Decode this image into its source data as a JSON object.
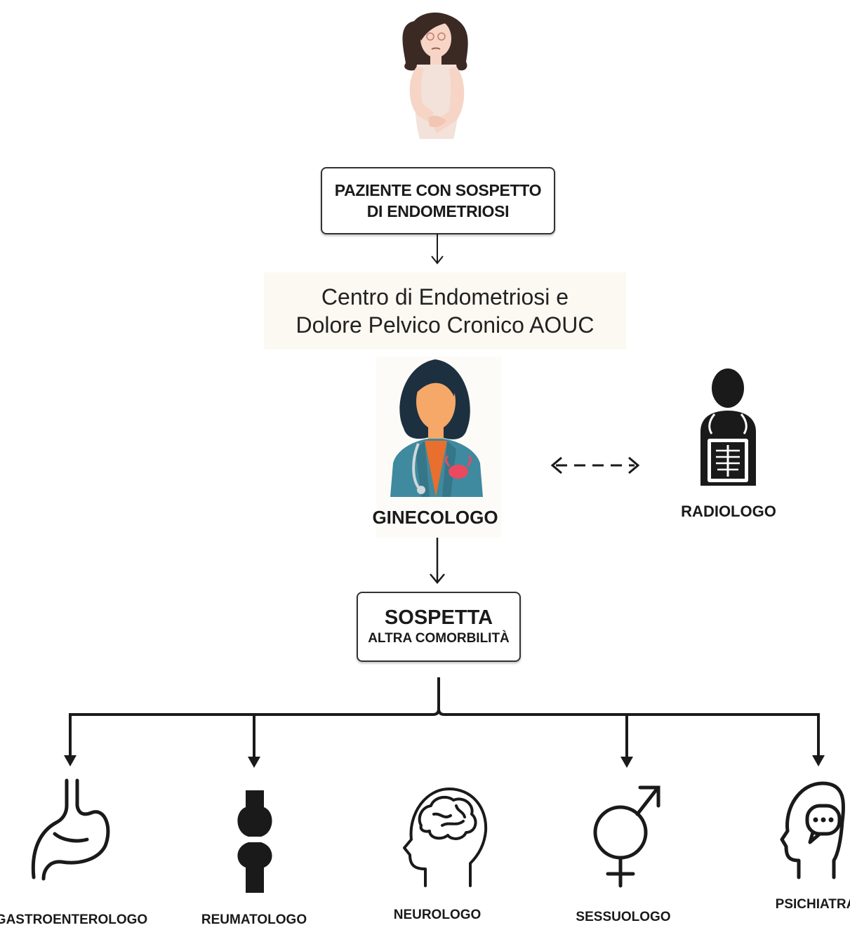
{
  "patient_box": {
    "line1": "PAZIENTE CON SOSPETTO",
    "line2": "DI ENDOMETRIOSI"
  },
  "center": {
    "line1": "Centro di Endometriosi e",
    "line2": "Dolore Pelvico Cronico AOUC"
  },
  "gynecologist": {
    "label": "GINECOLOGO"
  },
  "radiologist": {
    "label": "RADIOLOGO"
  },
  "suspicion_box": {
    "line1": "SOSPETTA",
    "line2": "ALTRA COMORBILITÀ"
  },
  "specialists": [
    {
      "label": "GASTROENTEROLOGO",
      "icon": "stomach-icon"
    },
    {
      "label": "REUMATOLOGO",
      "icon": "bone-joint-icon"
    },
    {
      "label": "NEUROLOGO",
      "icon": "brain-head-icon"
    },
    {
      "label": "SESSUOLOGO",
      "icon": "gender-symbol-icon"
    },
    {
      "label": "PSICHIATRA",
      "icon": "head-speech-icon"
    }
  ],
  "colors": {
    "line": "#1a1a1a",
    "scrub": "#3f8a9e",
    "skin": "#f5a868",
    "hair": "#1d3040"
  }
}
